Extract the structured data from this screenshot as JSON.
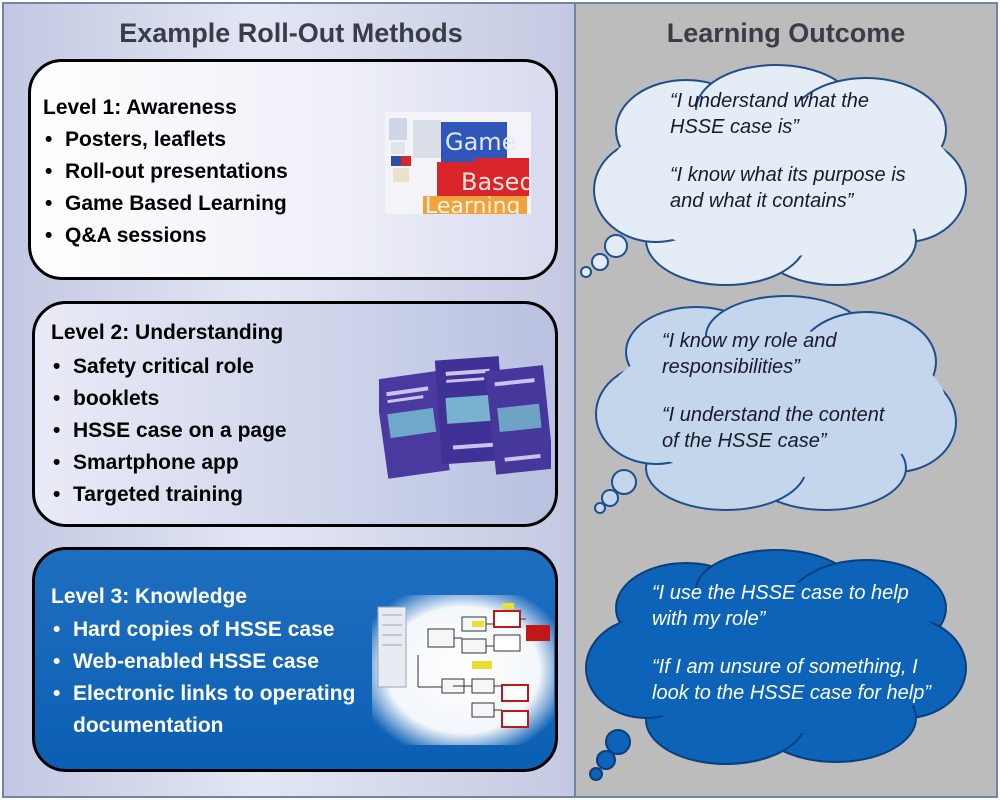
{
  "left_title": "Example Roll-Out Methods",
  "right_title": "Learning Outcome",
  "levels": [
    {
      "title": "Level 1: Awareness",
      "items": [
        "Posters, leaflets",
        "Roll-out presentations",
        "Game Based Learning",
        "Q&A sessions"
      ]
    },
    {
      "title": "Level 2: Understanding",
      "items": [
        "Safety critical role",
        "booklets",
        "HSSE case on a page",
        "Smartphone app",
        "Targeted training"
      ]
    },
    {
      "title": "Level 3: Knowledge",
      "items": [
        "Hard copies of HSSE case",
        "Web-enabled HSSE case",
        "Electronic links to operating",
        "documentation"
      ]
    }
  ],
  "logo": {
    "word1": "Game",
    "word2": "Based",
    "word3": "Learning"
  },
  "outcomes": [
    {
      "quotes": [
        "“I understand what the HSSE case is”",
        "“I know what its purpose is and what it contains”"
      ]
    },
    {
      "quotes": [
        "“I know my role and responsibilities”",
        "“I understand the content of the HSSE case”"
      ]
    },
    {
      "quotes": [
        "“I use the HSSE case to help with my role”",
        "“If I am unsure of something, I look to the HSSE case for help”"
      ]
    }
  ],
  "colors": {
    "level3_fill": "#0b5fb3",
    "cloud3_fill": "#0d63b8",
    "cloud_light_fill": "#bfd3ea",
    "cloud_white_fill": "#dfe9f5",
    "logo_blue": "#2f56b8",
    "logo_red": "#d9252a",
    "logo_orange": "#f1a23a"
  }
}
